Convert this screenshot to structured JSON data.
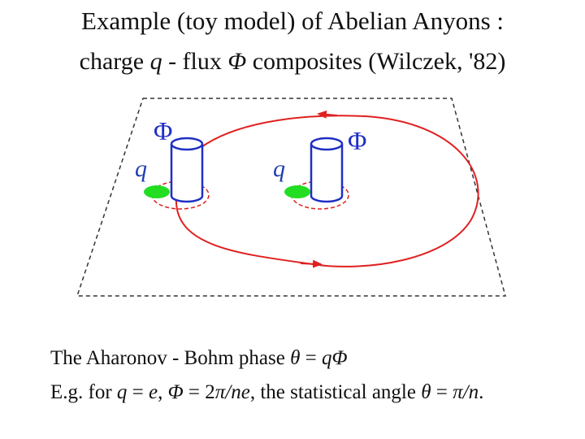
{
  "title": {
    "line1": "Example (toy model) of Abelian Anyons :",
    "line2_a": "charge ",
    "line2_q": "q",
    "line2_b": " - flux ",
    "line2_phi": "Φ",
    "line2_c": " composites (Wilczek, '82)"
  },
  "diagram": {
    "flux_left": "Φ",
    "flux_right": "Φ",
    "charge_left": "q",
    "charge_right": "q",
    "colors": {
      "orbit": "#e02020",
      "flux_tube": "#1f2fc4",
      "charge": "#22dd22",
      "plane": "#333333"
    }
  },
  "text": {
    "line1_a": "The Aharonov - Bohm phase ",
    "line1_theta": "θ",
    "line1_eq": " = ",
    "line1_qphi": "qΦ",
    "line2_a": "E.g. for ",
    "line2_q": "q",
    "line2_eq1": " = ",
    "line2_e": "e",
    "line2_comma": ", ",
    "line2_phi": "Φ",
    "line2_eq2": " = 2",
    "line2_pi_ne": "π/ne",
    "line2_mid": ", the statistical angle ",
    "line2_theta": "θ",
    "line2_eq3": " = ",
    "line2_pi_n": "π/n",
    "line2_end": "."
  }
}
